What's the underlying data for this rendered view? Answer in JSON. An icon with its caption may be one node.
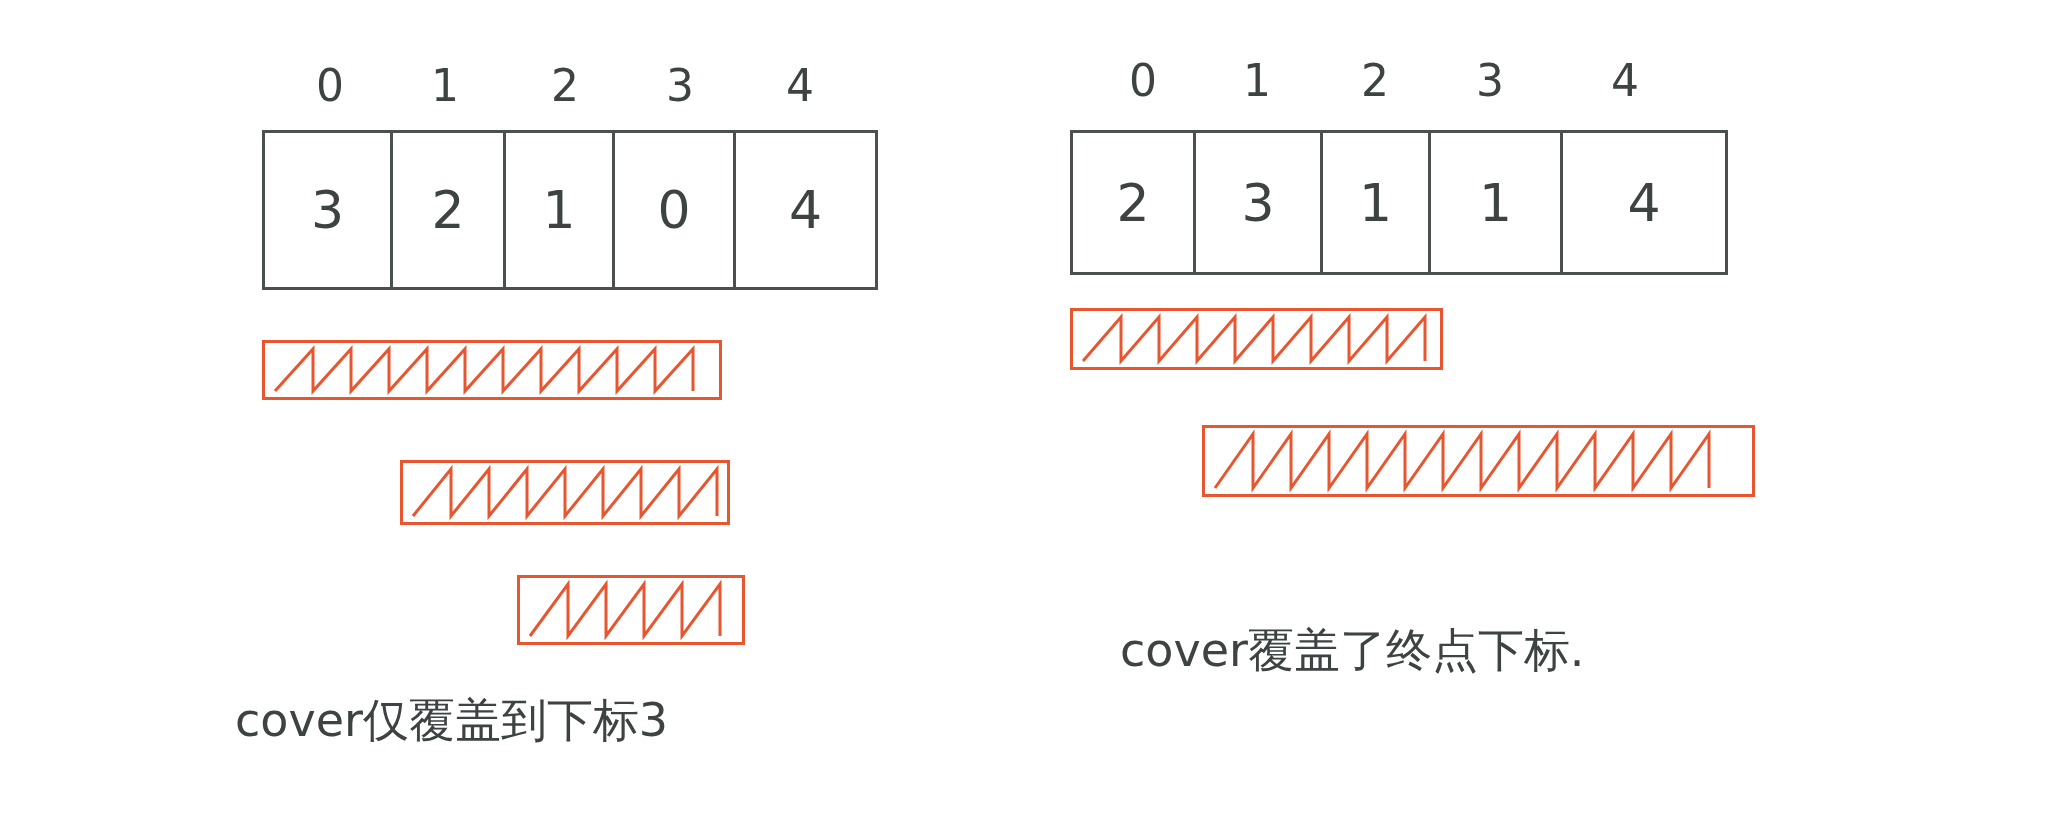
{
  "diagram": {
    "nodes": [
      {
        "text": [
          "3"
        ]
      },
      {
        "text": [
          "2"
        ]
      },
      {
        "text": [
          "1"
        ]
      },
      {
        "text": [
          "0"
        ]
      },
      {
        "text": [
          "4"
        ]
      },
      {
        "text": [
          "2"
        ]
      },
      {
        "text": [
          "3"
        ]
      },
      {
        "text": [
          "1"
        ]
      },
      {
        "text": [
          "1"
        ]
      },
      {
        "text": [
          "4"
        ]
      },
      {
        "text": [],
        "shape": "bar"
      },
      {
        "text": [],
        "shape": "bar"
      },
      {
        "text": [],
        "shape": "bar"
      },
      {
        "text": [],
        "shape": "bar"
      },
      {
        "text": [],
        "shape": "bar"
      }
    ],
    "edges": [],
    "labels": [
      "0",
      "1",
      "2",
      "3",
      "4",
      "0",
      "1",
      "2",
      "3",
      "4",
      "cover仅覆盖到下标3",
      "cover覆盖了终点下标."
    ]
  }
}
